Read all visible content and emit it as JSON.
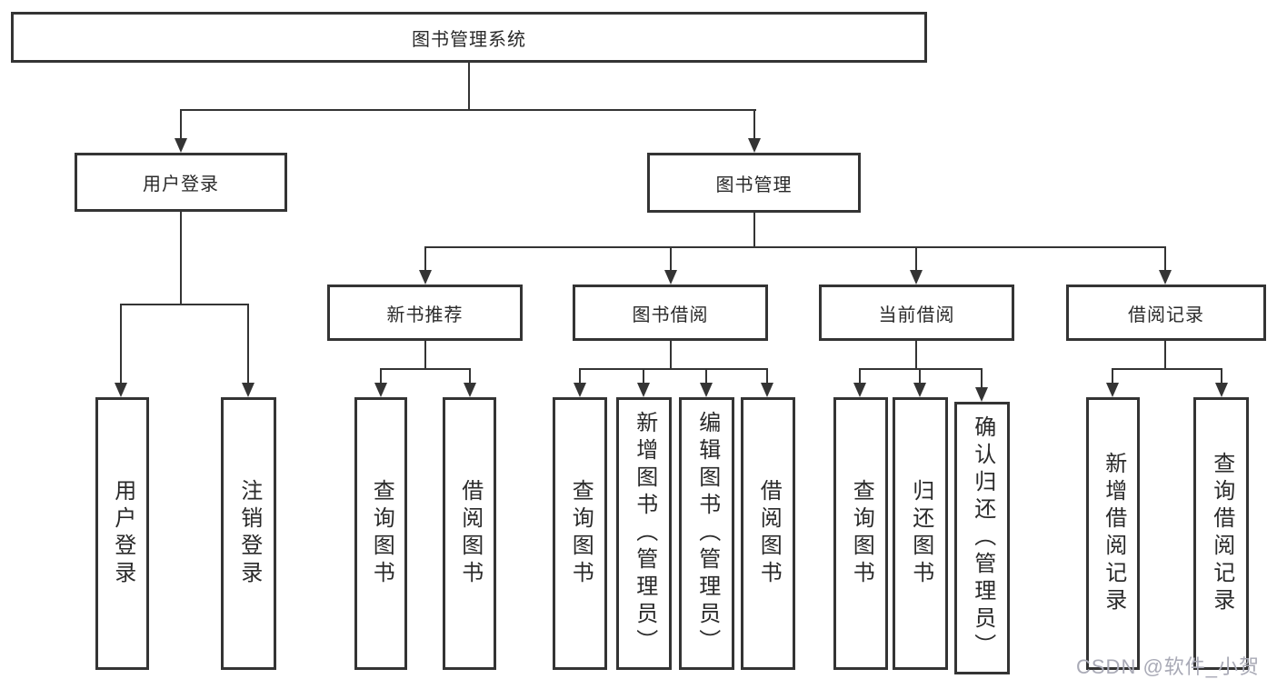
{
  "diagram": {
    "root": "图书管理系统",
    "level2": [
      "用户登录",
      "图书管理"
    ],
    "level3": [
      "新书推荐",
      "图书借阅",
      "当前借阅",
      "借阅记录"
    ],
    "leaves_user_login": [
      "用户登录",
      "注销登录"
    ],
    "leaves_new_book": [
      "查询图书",
      "借阅图书"
    ],
    "leaves_book_borrow": [
      "查询图书",
      "新增图书（管理员）",
      "编辑图书（管理员）",
      "借阅图书"
    ],
    "leaves_current_borrow": [
      "查询图书",
      "归还图书",
      "确认归还（管理员）"
    ],
    "leaves_borrow_records": [
      "新增借阅记录",
      "查询借阅记录"
    ]
  },
  "watermark": "CSDN @软件_小贺同学",
  "colors": {
    "line": "#343434",
    "text": "#2a2a2a",
    "watermark": "#a9aab6",
    "background": "#ffffff"
  }
}
